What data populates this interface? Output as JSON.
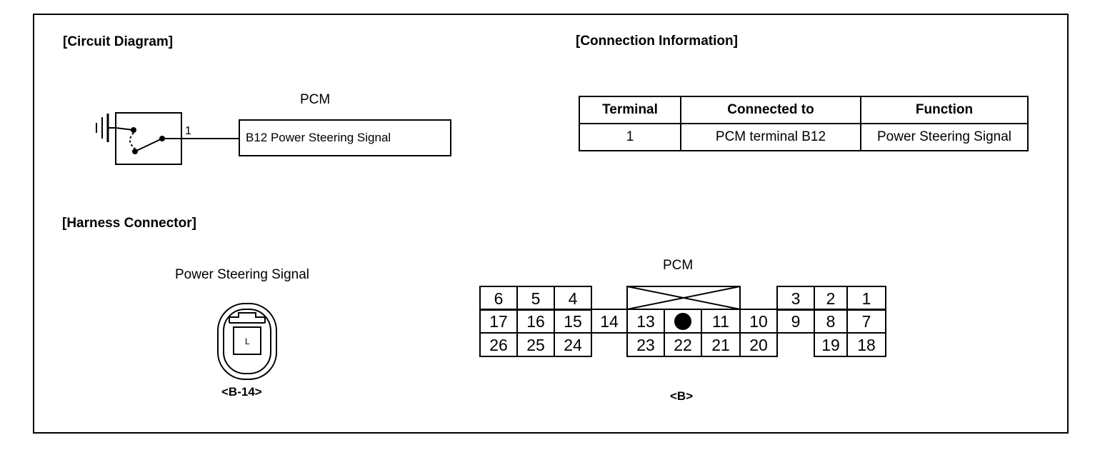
{
  "headings": {
    "circuit_diagram": "[Circuit Diagram]",
    "connection_information": "[Connection Information]",
    "harness_connector": "[Harness Connector]"
  },
  "circuit": {
    "pcm_label": "PCM",
    "pin_label": "1",
    "pcm_box_text": "B12 Power Steering Signal"
  },
  "connection_table": {
    "headers": [
      "Terminal",
      "Connected to",
      "Function"
    ],
    "rows": [
      [
        "1",
        "PCM terminal B12",
        "Power Steering Signal"
      ]
    ]
  },
  "harness": {
    "switch_connector": {
      "title": "Power Steering Signal",
      "inner_letter": "L",
      "id": "<B-14>"
    },
    "pcm_connector": {
      "title": "PCM",
      "id": "<B>",
      "pins": [
        "6",
        "5",
        "4",
        "3",
        "2",
        "1",
        "17",
        "16",
        "15",
        "14",
        "13",
        "11",
        "10",
        "9",
        "8",
        "7",
        "26",
        "25",
        "24",
        "23",
        "22",
        "21",
        "20",
        "19",
        "18"
      ]
    }
  }
}
